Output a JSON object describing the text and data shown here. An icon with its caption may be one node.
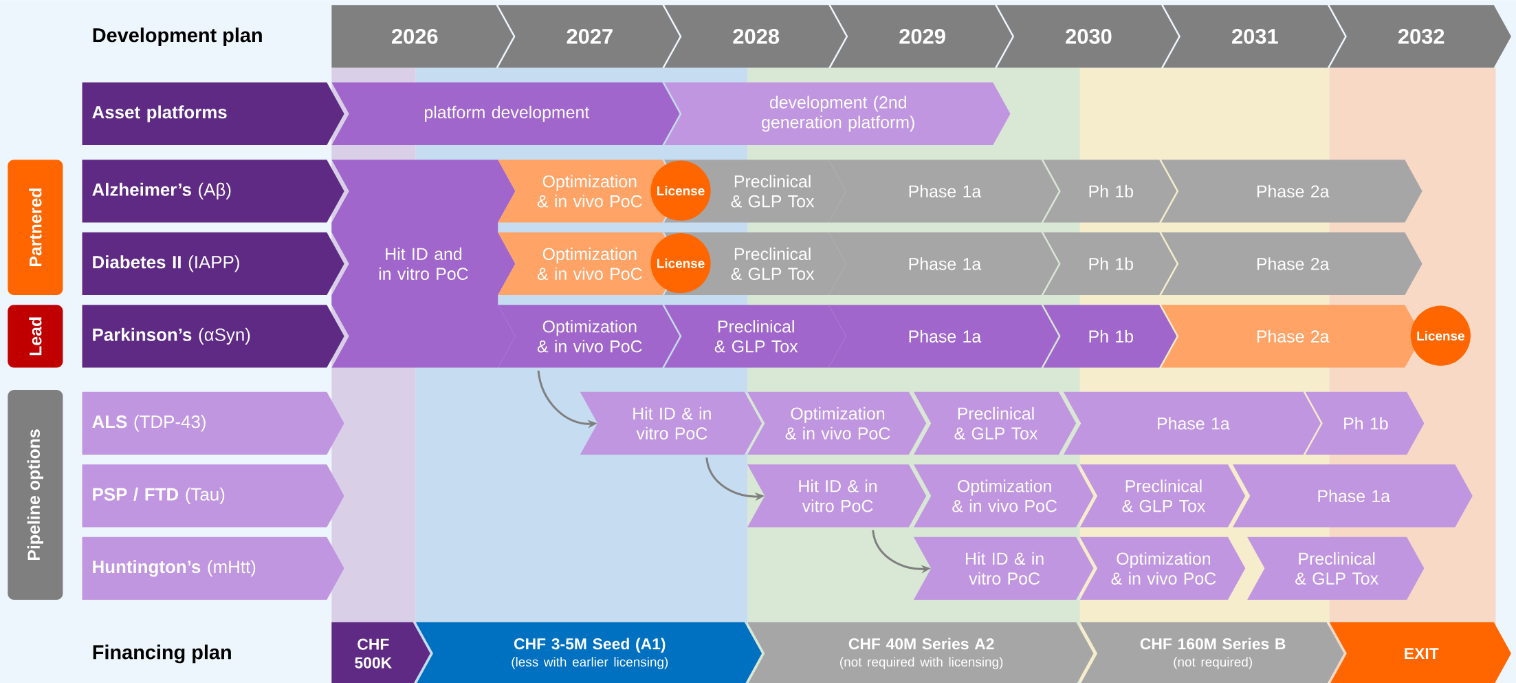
{
  "diagram": {
    "nodes": [
      {
        "text": [
          "2026"
        ]
      },
      {
        "text": [
          "2027"
        ]
      },
      {
        "text": [
          "2028"
        ]
      },
      {
        "text": [
          "2029"
        ]
      },
      {
        "text": [
          "2030"
        ]
      },
      {
        "text": [
          "2031"
        ]
      },
      {
        "text": [
          "2032"
        ]
      },
      {
        "text": [
          "Asset platforms"
        ]
      },
      {
        "text": [
          "platform development"
        ]
      },
      {
        "text": [
          "development (2nd generation platform)"
        ]
      },
      {
        "text": [
          "Partnered"
        ]
      },
      {
        "text": [
          "**Alzheimer’s** (Aβ)"
        ]
      },
      {
        "text": [
          "Hit ID and in vitro PoC"
        ]
      },
      {
        "text": [
          "Optimization & in vivo PoC"
        ]
      },
      {
        "text": [
          "License"
        ]
      },
      {
        "text": [
          "Preclinical & GLP Tox"
        ]
      },
      {
        "text": [
          "Phase 1a"
        ]
      },
      {
        "text": [
          "Ph 1b"
        ]
      },
      {
        "text": [
          "Phase 2a"
        ]
      },
      {
        "text": [
          "**Diabetes II** (IAPP)"
        ]
      },
      {
        "text": [
          "Optimization & in vivo PoC"
        ]
      },
      {
        "text": [
          "License"
        ]
      },
      {
        "text": [
          "Preclinical & GLP Tox"
        ]
      },
      {
        "text": [
          "Phase 1a"
        ]
      },
      {
        "text": [
          "Ph 1b"
        ]
      },
      {
        "text": [
          "Phase 2a"
        ]
      },
      {
        "text": [
          "Lead"
        ]
      },
      {
        "text": [
          "**Parkinson’s** (αSyn)"
        ]
      },
      {
        "text": [
          "Optimization & in vivo PoC"
        ]
      },
      {
        "text": [
          "Preclinical & GLP Tox"
        ]
      },
      {
        "text": [
          "Phase 1a"
        ]
      },
      {
        "text": [
          "Ph 1b"
        ]
      },
      {
        "text": [
          "Phase 2a"
        ]
      },
      {
        "text": [
          "License"
        ]
      },
      {
        "text": [
          "Pipeline options"
        ]
      },
      {
        "text": [
          "**ALS** (TDP-43)"
        ]
      },
      {
        "text": [
          "Hit ID & in vitro PoC"
        ]
      },
      {
        "text": [
          "Optimization & in vivo PoC"
        ]
      },
      {
        "text": [
          "Preclinical & GLP Tox"
        ]
      },
      {
        "text": [
          "Phase 1a"
        ]
      },
      {
        "text": [
          "Ph 1b"
        ]
      },
      {
        "text": [
          "**PSP / FTD** (Tau)"
        ]
      },
      {
        "text": [
          "Hit ID & in vitro PoC"
        ]
      },
      {
        "text": [
          "Optimization & in vivo PoC"
        ]
      },
      {
        "text": [
          "Preclinical & GLP Tox"
        ]
      },
      {
        "text": [
          "Phase 1a"
        ]
      },
      {
        "text": [
          "**Huntington’s** (mHtt)"
        ]
      },
      {
        "text": [
          "Hit ID & in vitro PoC"
        ]
      },
      {
        "text": [
          "Optimization & in vivo PoC"
        ]
      },
      {
        "text": [
          "Preclinical & GLP Tox"
        ]
      },
      {
        "text": [
          "CHF 500K"
        ]
      },
      {
        "text": [
          "CHF 3-5M Seed (A1)",
          "(less with earlier licensing)"
        ]
      },
      {
        "text": [
          "CHF 40M Series A2",
          "(not required with licensing)"
        ]
      },
      {
        "text": [
          "CHF 160M Series B",
          "(not required)"
        ]
      },
      {
        "text": [
          "EXIT"
        ]
      }
    ],
    "edges": [
      {
        "from": 28,
        "to": 36,
        "arrow": "to"
      },
      {
        "from": 36,
        "to": 42,
        "arrow": "to"
      },
      {
        "from": 42,
        "to": 47,
        "arrow": "to"
      }
    ],
    "labels": [
      "Development plan",
      "Financing plan"
    ]
  }
}
